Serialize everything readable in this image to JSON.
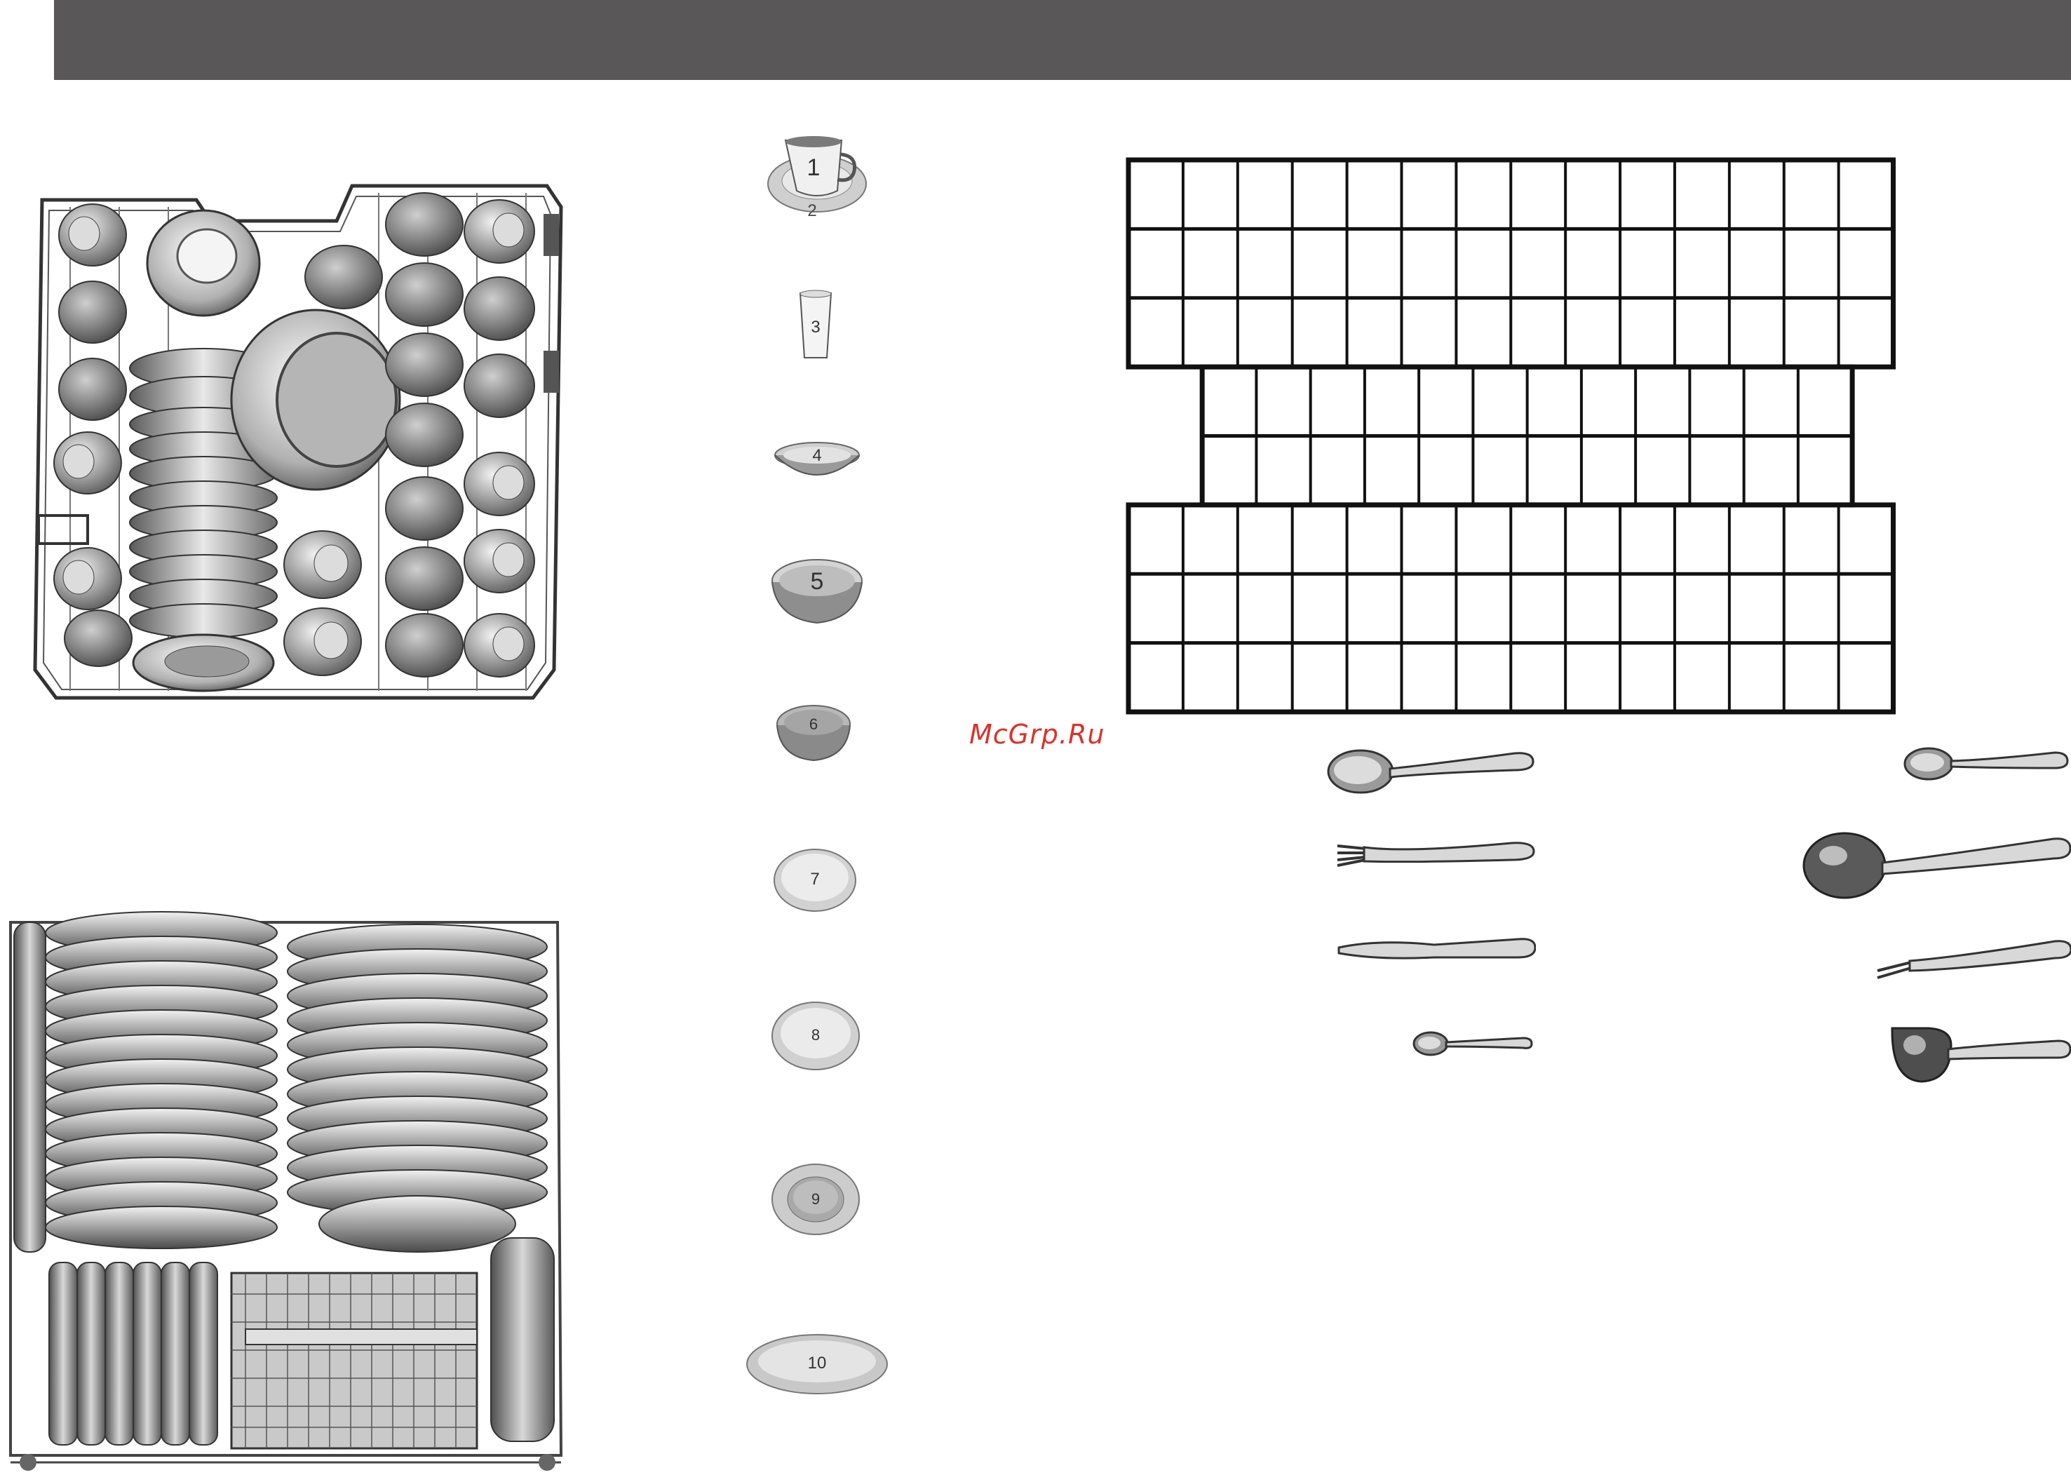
{
  "page": {
    "watermark": "McGrp.Ru",
    "lower_rack_label": "10"
  },
  "tableware_items": [
    {
      "number": "1",
      "sub_number": "2",
      "name": "cup-and-saucer"
    },
    {
      "number": "3",
      "name": "glass"
    },
    {
      "number": "4",
      "name": "small-bowl"
    },
    {
      "number": "5",
      "name": "large-bowl"
    },
    {
      "number": "6",
      "name": "dessert-bowl"
    },
    {
      "number": "7",
      "name": "dessert-plate"
    },
    {
      "number": "8",
      "name": "dinner-plate"
    },
    {
      "number": "9",
      "name": "soup-plate"
    },
    {
      "number": "10",
      "name": "oval-platter"
    }
  ],
  "cutlery_grid": {
    "top_rows": 3,
    "middle_rows": 2,
    "bottom_rows": 3,
    "columns": 14
  },
  "cutlery_left": [
    "soup-spoon-icon",
    "fork-icon",
    "knife-icon",
    "teaspoon-icon"
  ],
  "cutlery_right": [
    "dessert-spoon-icon",
    "serving-spoon-icon",
    "serving-fork-icon",
    "gravy-ladle-icon"
  ],
  "colors": {
    "header": "#595758",
    "watermark": "#d9332a",
    "grid_line": "#111111",
    "illustration_gray": "#8c8c8c"
  }
}
